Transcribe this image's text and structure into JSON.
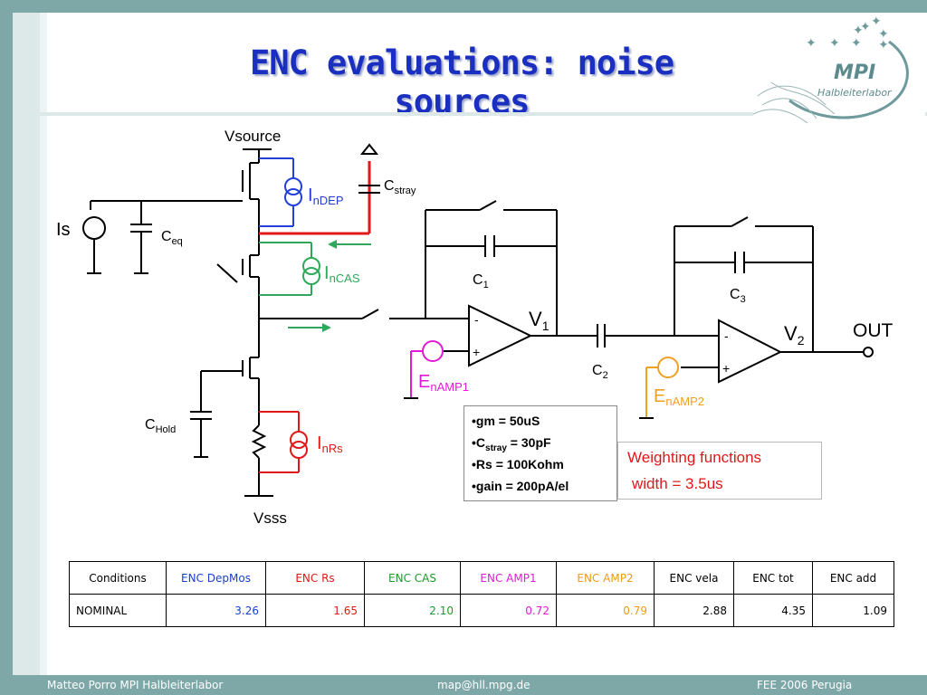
{
  "title": "ENC evaluations: noise sources",
  "logo": {
    "name": "MPI",
    "subtitle": "Halbleiterlabor"
  },
  "circuit": {
    "vsource": "Vsource",
    "vsss": "Vsss",
    "is": "Is",
    "ceq": {
      "main": "C",
      "sub": "eq"
    },
    "cstray": {
      "main": "C",
      "sub": "stray"
    },
    "indep": {
      "main": "I",
      "sub": "nDEP"
    },
    "incas": {
      "main": "I",
      "sub": "nCAS"
    },
    "inrs": {
      "main": "I",
      "sub": "nRs"
    },
    "chold": {
      "main": "C",
      "sub": "Hold"
    },
    "c1": {
      "main": "C",
      "sub": "1"
    },
    "c2": {
      "main": "C",
      "sub": "2"
    },
    "c3": {
      "main": "C",
      "sub": "3"
    },
    "v1": {
      "main": "V",
      "sub": "1"
    },
    "v2": {
      "main": "V",
      "sub": "2"
    },
    "out": "OUT",
    "enamp1": {
      "main": "E",
      "sub": "nAMP1"
    },
    "enamp2": {
      "main": "E",
      "sub": "nAMP2"
    },
    "minus": "-",
    "plus": "+"
  },
  "params": {
    "gm": "•gm = 50uS",
    "cstray_main": "•C",
    "cstray_sub": "stray",
    "cstray_val": " = 30pF",
    "rs": "•Rs = 100Kohm",
    "gain": "•gain = 200pA/el"
  },
  "weighting": {
    "line1": "Weighting functions",
    "line2": "width = 3.5us"
  },
  "table": {
    "headers": [
      "Conditions",
      "ENC DepMos",
      "ENC Rs",
      "ENC CAS",
      "ENC AMP1",
      "ENC AMP2",
      "ENC vela",
      "ENC tot",
      "ENC add"
    ],
    "row": [
      "NOMINAL",
      "3.26",
      "1.65",
      "2.10",
      "0.72",
      "0.79",
      "2.88",
      "4.35",
      "1.09"
    ],
    "colors": [
      "#000000",
      "#1a3fd0",
      "#e01818",
      "#1c9a2a",
      "#e01bd5",
      "#f09a10",
      "#000000",
      "#000000",
      "#000000"
    ]
  },
  "footer": {
    "left": "Matteo Porro  MPI Halbleiterlabor",
    "center": "map@hll.mpg.de",
    "right": "FEE 2006 Perugia"
  },
  "colors": {
    "blue": "#2340d8",
    "red": "#e01818",
    "green": "#2ea85a",
    "orange": "#f0a020",
    "magenta": "#e01bd5",
    "title": "#1a2fbf",
    "frame": "#7ea7a8"
  }
}
